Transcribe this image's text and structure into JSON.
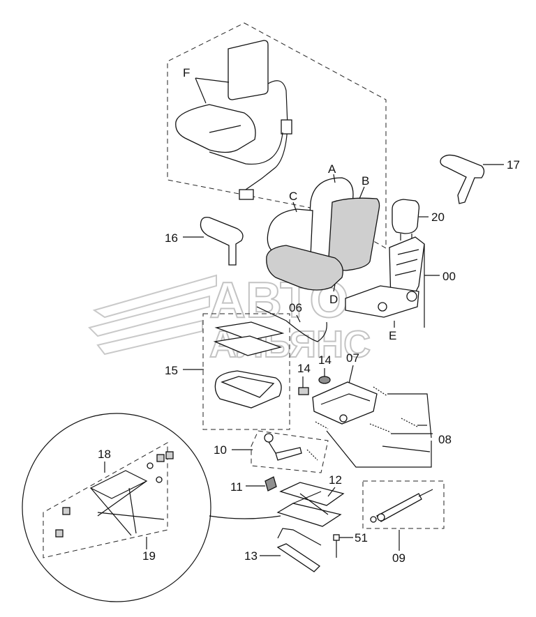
{
  "watermark": {
    "line1": "АВТО",
    "line2": "АЛЬЯНС"
  },
  "labels": {
    "F": "F",
    "A": "A",
    "B": "B",
    "C": "C",
    "D": "D",
    "E": "E",
    "p17": "17",
    "p20": "20",
    "p16": "16",
    "p00": "00",
    "p06": "06",
    "p15": "15",
    "p14a": "14",
    "p14b": "14",
    "p07": "07",
    "p08": "08",
    "p10": "10",
    "p18": "18",
    "p11": "11",
    "p12": "12",
    "p51": "51",
    "p13": "13",
    "p19": "19",
    "p09": "09"
  }
}
